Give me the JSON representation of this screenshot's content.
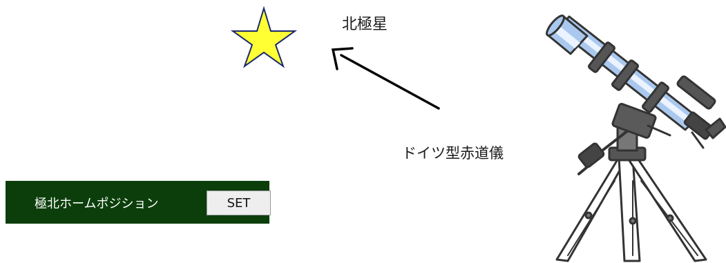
{
  "labels": {
    "polaris": "北極星",
    "mount": "ドイツ型赤道儀"
  },
  "home_panel": {
    "label": "極北ホームポジション",
    "set_button": "SET"
  },
  "colors": {
    "star_fill": "#ffff33",
    "star_stroke": "#1c2a6e",
    "panel_bg": "#0b3e0b",
    "telescope_tube": "#aac8ee",
    "telescope_outline": "#3a3a3a"
  },
  "icons": {
    "star": "star-icon",
    "telescope": "telescope-icon",
    "arrow": "arrow-icon"
  }
}
